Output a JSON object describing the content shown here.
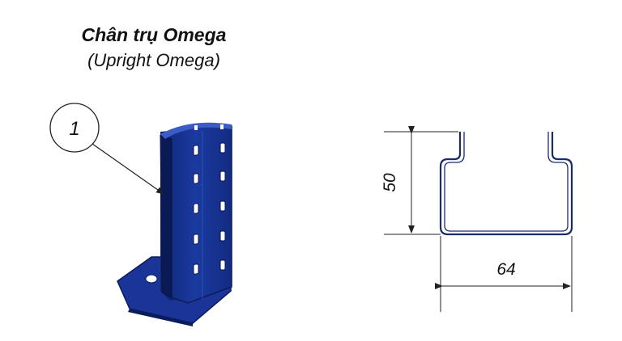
{
  "title": {
    "main": "Chân trụ Omega",
    "sub": "(Upright Omega)"
  },
  "callout": {
    "number": "1"
  },
  "dimensions": {
    "height": "50",
    "width": "64"
  },
  "colors": {
    "part_fill": "#16318f",
    "part_dark": "#0b1c5c",
    "part_light": "#2e4fb8",
    "profile_stroke": "#1a2b6b",
    "line": "#222222"
  }
}
